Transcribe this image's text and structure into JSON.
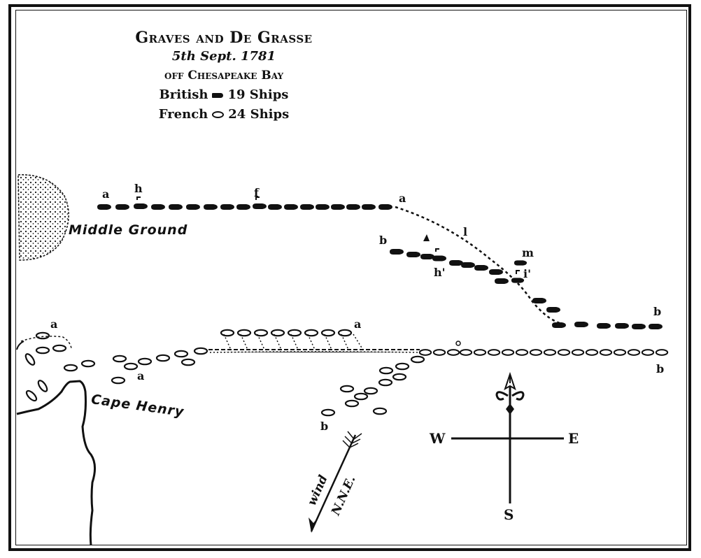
{
  "title": {
    "heading": "Graves and De Grasse",
    "date": "5th Sept. 1781",
    "location": "off Chesapeake Bay"
  },
  "legend": {
    "british": {
      "label": "British",
      "count": "19 Ships",
      "symbol": "solid-ship-icon"
    },
    "french": {
      "label": "French",
      "count": "24 Ships",
      "symbol": "hollow-ship-icon"
    }
  },
  "places": {
    "middle_ground": "Middle Ground",
    "cape_henry": "Cape Henry"
  },
  "position_labels": {
    "british_a_start": "a",
    "british_h": "h",
    "british_f": "f",
    "british_a_end": "a",
    "british_l": "l",
    "british_b_start": "b",
    "british_h2": "h'",
    "british_m": "m",
    "british_i": "i'",
    "british_b_end": "b",
    "french_a_cove": "a",
    "french_a_shore": "a",
    "french_a_line": "a",
    "french_b_east": "b",
    "french_b_south": "b"
  },
  "wind": {
    "label": "wind",
    "direction": "N.N.E."
  },
  "compass": {
    "west": "W",
    "east": "E",
    "south": "S",
    "north_symbol": "fleur-de-lis-icon"
  },
  "colors": {
    "ink": "#111111",
    "paper": "#ffffff"
  }
}
